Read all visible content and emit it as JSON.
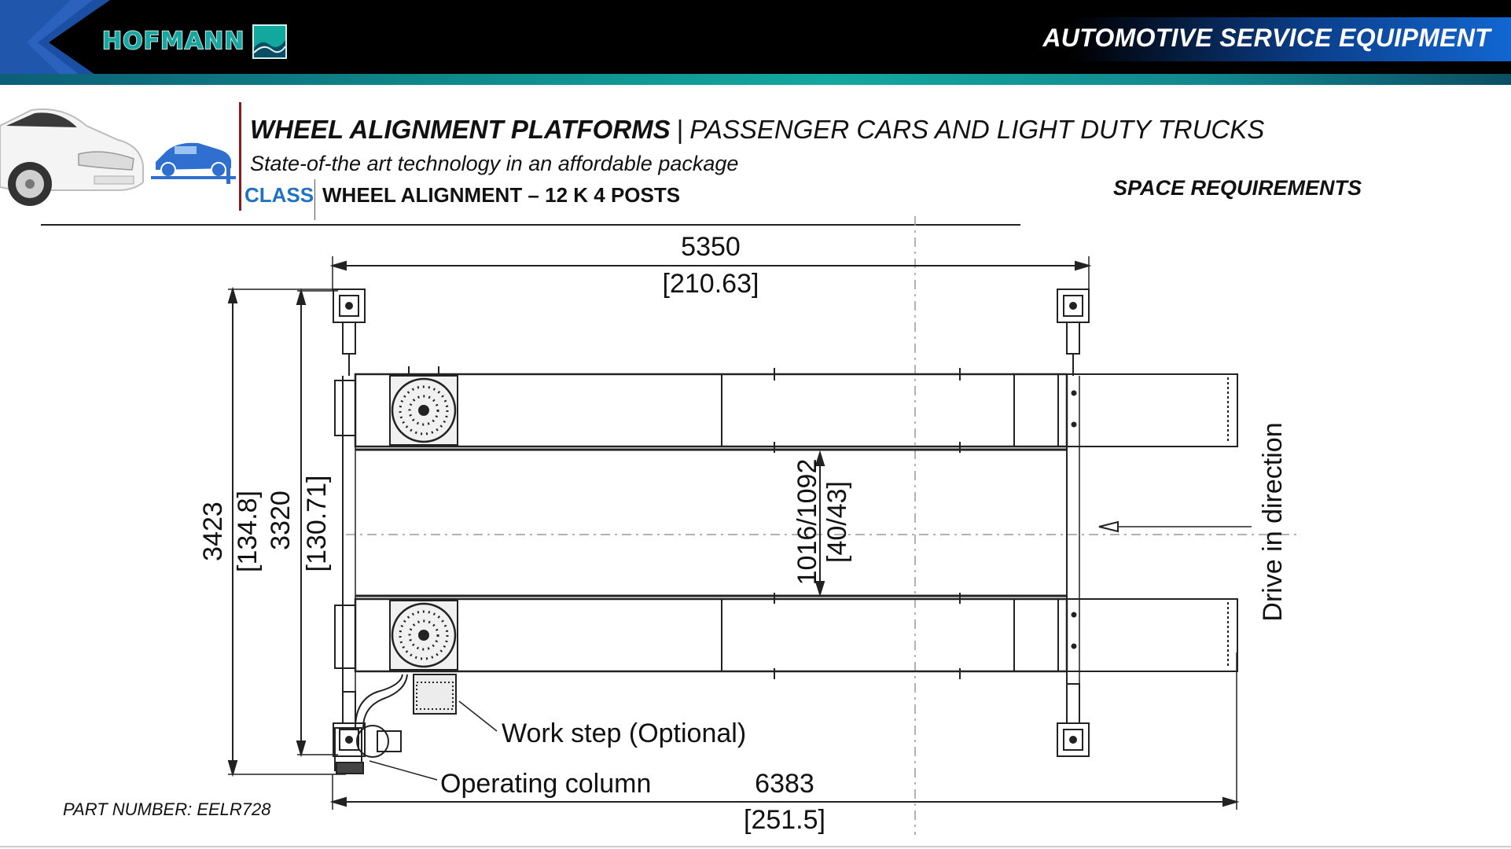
{
  "header": {
    "brand": "HOFMANN",
    "tagline": "AUTOMOTIVE SERVICE EQUIPMENT",
    "colors": {
      "banner_bg": "#000000",
      "accent_teal": "#13a89e",
      "accent_blue": "#1266d1"
    }
  },
  "title": {
    "main": "WHEEL ALIGNMENT PLATFORMS",
    "separator": "|",
    "category": "PASSENGER CARS AND LIGHT DUTY TRUCKS",
    "subtitle": "State-of-the art technology in an affordable package",
    "class_label": "CLASS",
    "class_value": "WHEEL ALIGNMENT – 12 K 4 POSTS",
    "section": "SPACE REQUIREMENTS",
    "class_color": "#1f72c4"
  },
  "drawing": {
    "top_width_mm": "5350",
    "top_width_in": "[210.63]",
    "outer_length_mm": "3423",
    "outer_length_in": "[134.8]",
    "inner_length_mm": "3320",
    "inner_length_in": "[130.71]",
    "track_mm": "1016/1092",
    "track_in": "[40/43]",
    "overall_mm": "6383",
    "overall_in": "[251.5]",
    "work_step_label": "Work step (Optional)",
    "operating_column_label": "Operating column",
    "drive_direction_label": "Drive in direction",
    "icons": [
      "car-illustration",
      "lift-icon",
      "brand-logo-mark",
      "turntable-icon",
      "direction-arrow-icon"
    ]
  },
  "footer": {
    "part_number": "PART NUMBER: EELR728"
  }
}
